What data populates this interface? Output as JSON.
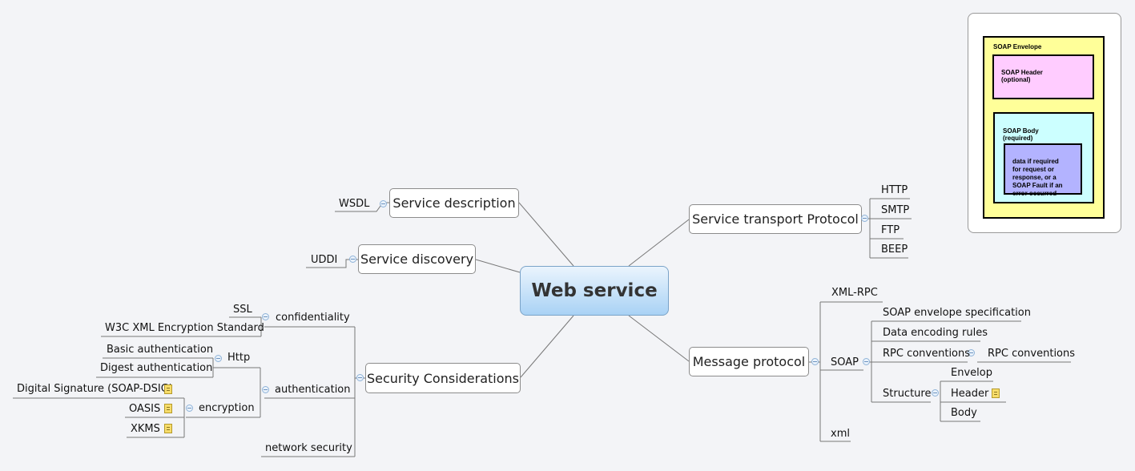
{
  "central": "Web service",
  "right": {
    "transport": {
      "title": "Service transport Protocol",
      "items": [
        "HTTP",
        "SMTP",
        "FTP",
        "BEEP"
      ]
    },
    "message": {
      "title": "Message protocol",
      "xmlrpc": "XML-RPC",
      "soap": "SOAP",
      "soap_items": {
        "envelope_spec": "SOAP envelope specification",
        "encoding": "Data encoding rules",
        "rpc": "RPC conventions",
        "rpc_child": "RPC conventions",
        "structure": "Structure",
        "structure_children": [
          "Envelop",
          "Header",
          "Body"
        ]
      },
      "xml": "xml"
    }
  },
  "left": {
    "description": {
      "title": "Service description",
      "child": "WSDL"
    },
    "discovery": {
      "title": "Service discovery",
      "child": "UDDI"
    },
    "security": {
      "title": "Security Considerations",
      "confidentiality": "confidentiality",
      "confidentiality_children": [
        "SSL",
        "W3C XML Encryption Standard"
      ],
      "authentication": "authentication",
      "http": "Http",
      "http_children": [
        "Basic authentication",
        "Digest authentication"
      ],
      "dsig": "Digital Signature (SOAP-DSIG)",
      "encryption": "encryption",
      "encryption_children": [
        "OASIS",
        "XKMS"
      ],
      "network": "network security"
    }
  },
  "soap_image": {
    "envelope": "SOAP Envelope",
    "header": "SOAP Header\n(optional)",
    "body": "SOAP Body\n(required)",
    "data": "data if required\nfor request or\nresponse, or a\nSOAP Fault if an\nerror occurred"
  },
  "colors": {
    "central_top": "#eaf4fd",
    "central_bottom": "#a9d2f5",
    "envelope_fill": "#ffff99",
    "header_fill": "#ffccff",
    "body_fill": "#ccffff",
    "data_fill": "#b3b3ff"
  }
}
